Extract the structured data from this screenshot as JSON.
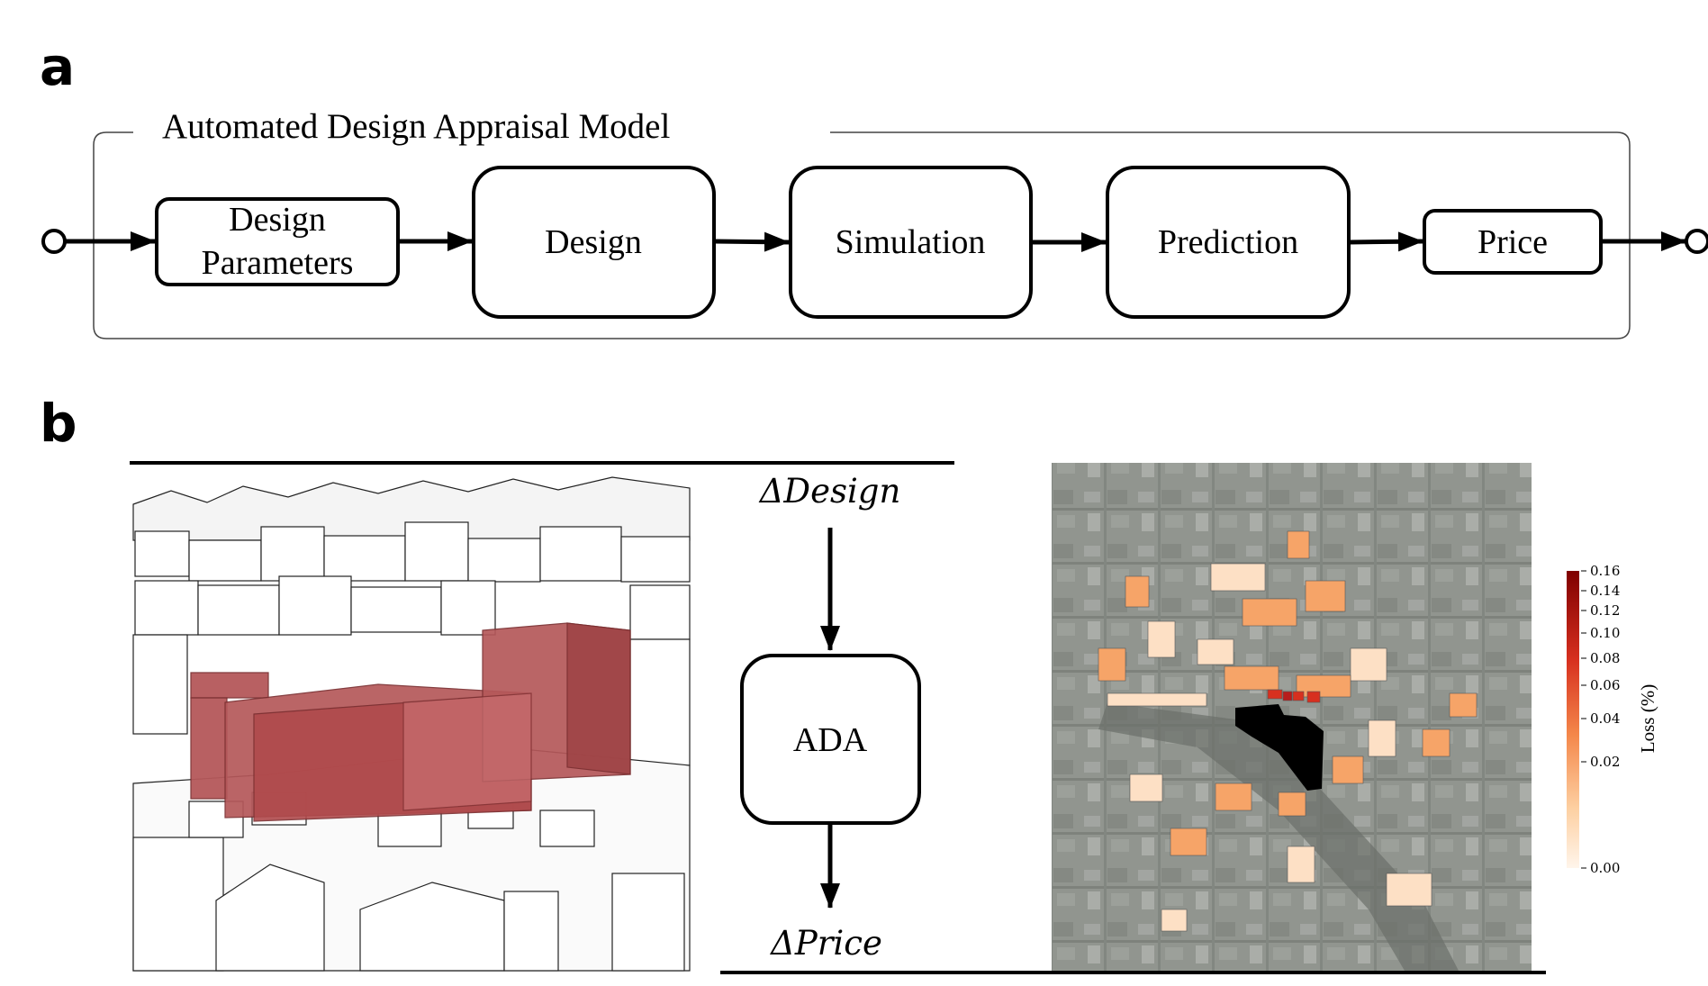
{
  "panel_a": {
    "letter": "a",
    "group_title": "Automated Design Appraisal Model",
    "steps": [
      {
        "line1": "Design",
        "line2": "Parameters"
      },
      {
        "line1": "Design",
        "line2": ""
      },
      {
        "line1": "Simulation",
        "line2": ""
      },
      {
        "line1": "Prediction",
        "line2": ""
      },
      {
        "line1": "Price",
        "line2": ""
      }
    ]
  },
  "panel_b": {
    "letter": "b",
    "input_label": "ΔDesign",
    "model_label": "ADA",
    "output_label": "ΔPrice",
    "colorbar": {
      "label": "Loss (%)",
      "ticks": [
        "0.16",
        "0.14",
        "0.12",
        "0.10",
        "0.08",
        "0.06",
        "0.04",
        "0.02",
        "0.00"
      ],
      "color_high": "#7f0000",
      "color_mid": "#f4874a",
      "color_low": "#fff5eb"
    },
    "colors": {
      "massing_fill": "#b5585a",
      "map_background": "#8a8f88",
      "site_fill": "#000000"
    }
  }
}
